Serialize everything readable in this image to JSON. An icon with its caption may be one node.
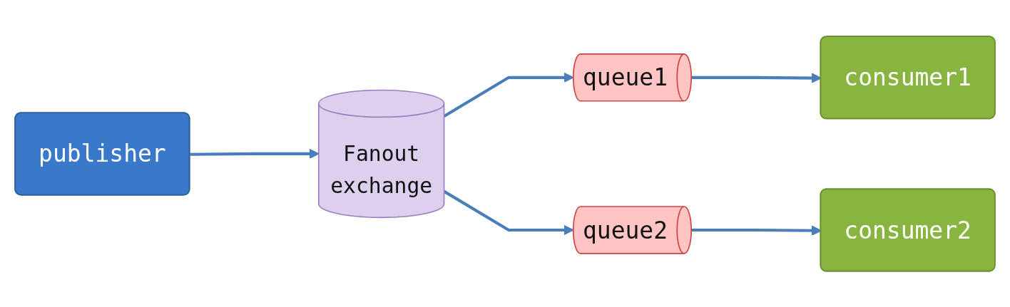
{
  "diagram": {
    "nodes": [
      {
        "text": [
          "publisher"
        ]
      },
      {
        "text": [
          "Fanout",
          "exchange"
        ]
      },
      {
        "text": [
          "queue1"
        ]
      },
      {
        "text": [
          "queue2"
        ]
      },
      {
        "text": [
          "consumer1"
        ]
      },
      {
        "text": [
          "consumer2"
        ]
      }
    ],
    "edges": [
      {
        "from": 0,
        "to": 1,
        "arrow": "to"
      },
      {
        "from": 1,
        "to": 2,
        "arrow": "to"
      },
      {
        "from": 1,
        "to": 3,
        "arrow": "to"
      },
      {
        "from": 2,
        "to": 4,
        "arrow": "to"
      },
      {
        "from": 3,
        "to": 5,
        "arrow": "to"
      }
    ]
  }
}
